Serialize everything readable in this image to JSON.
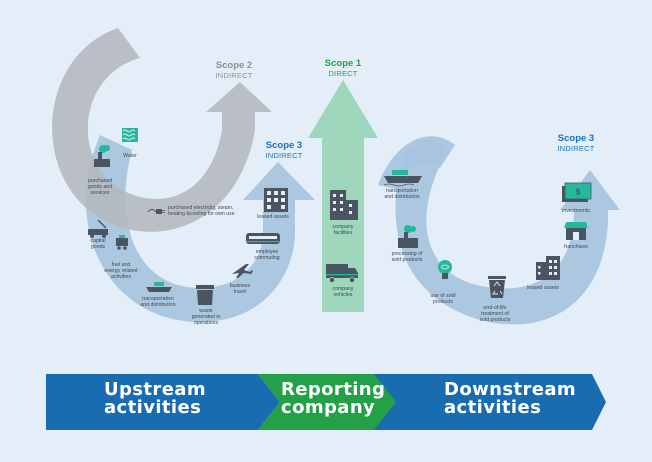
{
  "colors": {
    "background": "#e4eef8",
    "scope2_arrow": "#b9bdc2",
    "scope3_arrow": "#a9c4de",
    "scope1_arrow": "#9fd7bd",
    "scope_blue_text": "#1c73b9",
    "scope_green_text": "#1ea34b",
    "scope_grey_text": "#8d9196",
    "icon_dark": "#4a5561",
    "icon_teal": "#24b89c",
    "band_blue": "#1a6cb0",
    "band_green": "#24a148"
  },
  "scopes": {
    "scope2": {
      "title": "Scope 2",
      "subtitle": "INDIRECT"
    },
    "scope1": {
      "title": "Scope 1",
      "subtitle": "DIRECT"
    },
    "scope3_up": {
      "title": "Scope 3",
      "subtitle": "INDIRECT"
    },
    "scope3_down": {
      "title": "Scope 3",
      "subtitle": "INDIRECT"
    }
  },
  "upstream": {
    "water": "Water",
    "purchased_goods": "purchased\ngoods and\nservices",
    "purchased_electricity": "purchased electricity, steam,\nheating &cooling for own use",
    "capital_goods": "capital\ngoods",
    "fuel_energy": "fuel and\nenergy related\nactivities",
    "transportation": "transportation\nand distribution",
    "waste": "waste\ngenerated in\noperations",
    "business_travel": "business\ntravel",
    "employee_commuting": "employee\ncommuting",
    "leased_assets": "leased assets"
  },
  "company": {
    "facilities": "company\nfacilities",
    "vehicles": "company\nvehicles"
  },
  "downstream": {
    "transportation": "transportation\nand distribution",
    "processing": "processing of\nsold products",
    "use": "use of sold\nproducts",
    "end_of_life": "end-of-life\ntreatment of\nsold products",
    "leased_assets": "leased assets",
    "franchises": "franchises",
    "investments": "investments",
    "investments_symbol": "$"
  },
  "band": {
    "upstream": "Upstream\nactivities",
    "reporting": "Reporting\ncompany",
    "downstream": "Downstream\nactivities"
  }
}
